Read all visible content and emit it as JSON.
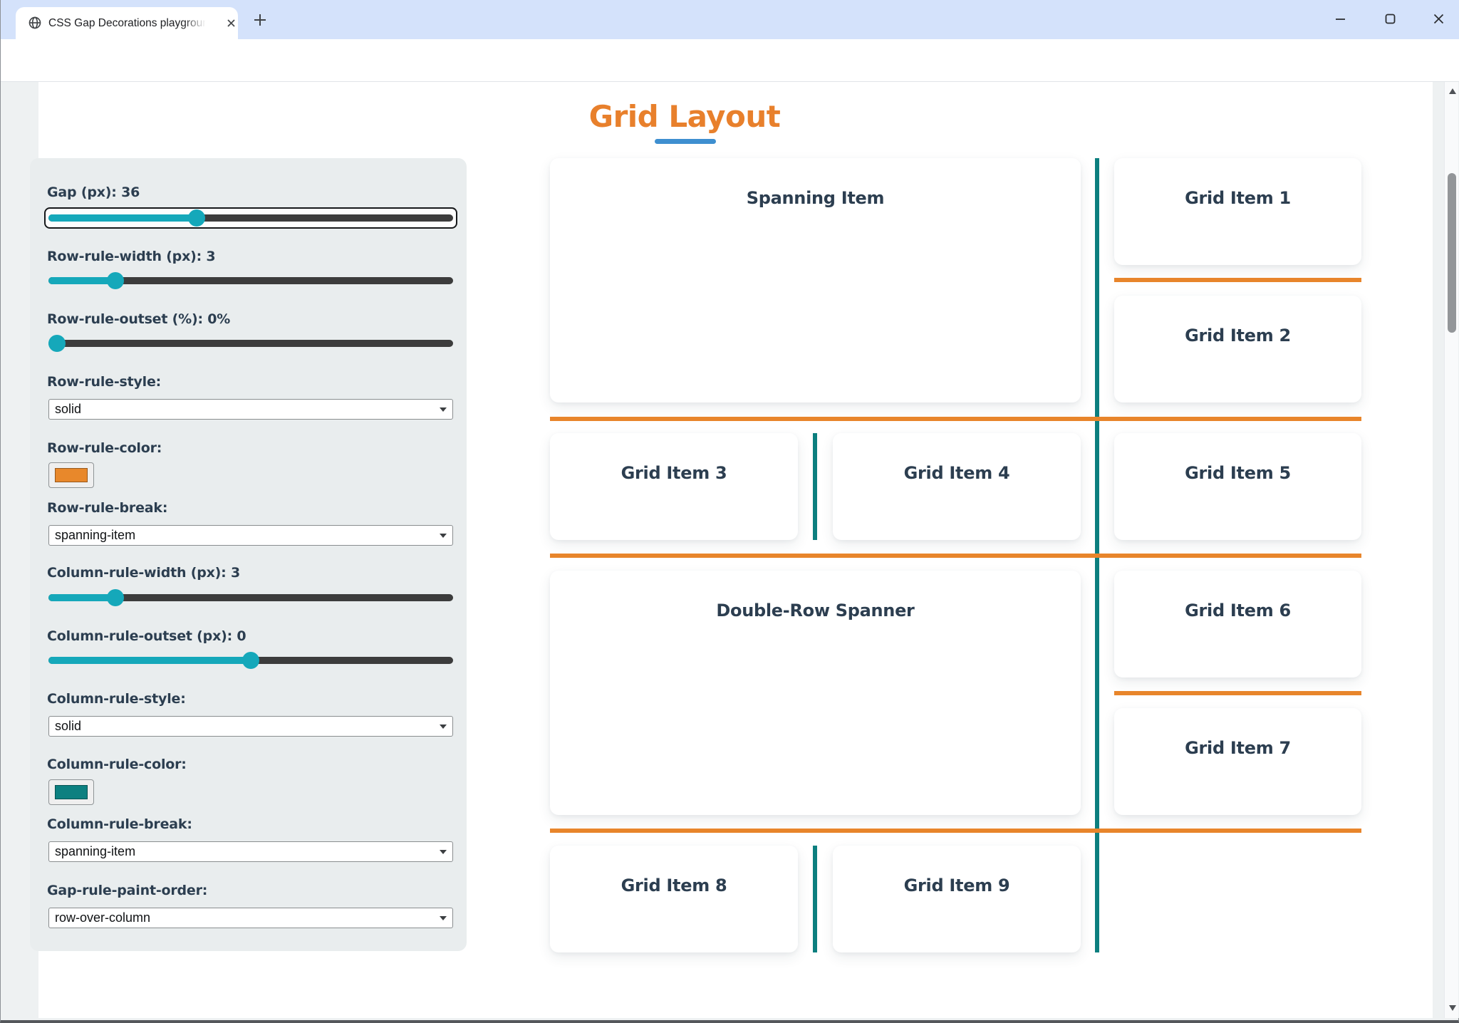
{
  "browser": {
    "tab_title": "CSS Gap Decorations playgroun",
    "url": "microsoftedge.github.io/Demos/css-gap-decorations/playground.html"
  },
  "page": {
    "title": "Grid Layout",
    "accent_orange": "#e8802c",
    "underline_blue": "#3e8fd0"
  },
  "sidebar": {
    "controls": [
      {
        "type": "slider",
        "label": "Gap (px): 36",
        "value": 36,
        "fraction": 0.36,
        "focused": true
      },
      {
        "type": "slider",
        "label": "Row-rule-width (px): 3",
        "value": 3,
        "fraction": 0.15
      },
      {
        "type": "slider",
        "label": "Row-rule-outset (%): 0%",
        "value": "0%",
        "fraction": 0.0
      },
      {
        "type": "select",
        "label": "Row-rule-style:",
        "value": "solid"
      },
      {
        "type": "color",
        "label": "Row-rule-color:",
        "value": "#e8882b"
      },
      {
        "type": "select",
        "label": "Row-rule-break:",
        "value": "spanning-item"
      },
      {
        "type": "slider",
        "label": "Column-rule-width (px): 3",
        "value": 3,
        "fraction": 0.15
      },
      {
        "type": "slider",
        "label": "Column-rule-outset (px): 0",
        "value": 0,
        "fraction": 0.5
      },
      {
        "type": "select",
        "label": "Column-rule-style:",
        "value": "solid"
      },
      {
        "type": "color",
        "label": "Column-rule-color:",
        "value": "#0d8080"
      },
      {
        "type": "select",
        "label": "Column-rule-break:",
        "value": "spanning-item"
      },
      {
        "type": "select",
        "label": "Gap-rule-paint-order:",
        "value": "row-over-column"
      }
    ]
  },
  "grid": {
    "row_rule_color": "#e8852b",
    "column_rule_color": "#0c7f7f",
    "items": [
      {
        "label": "Spanning Item"
      },
      {
        "label": "Grid Item 1"
      },
      {
        "label": "Grid Item 2"
      },
      {
        "label": "Grid Item 3"
      },
      {
        "label": "Grid Item 4"
      },
      {
        "label": "Grid Item 5"
      },
      {
        "label": "Double-Row Spanner"
      },
      {
        "label": "Grid Item 6"
      },
      {
        "label": "Grid Item 7"
      },
      {
        "label": "Grid Item 8"
      },
      {
        "label": "Grid Item 9"
      }
    ]
  }
}
